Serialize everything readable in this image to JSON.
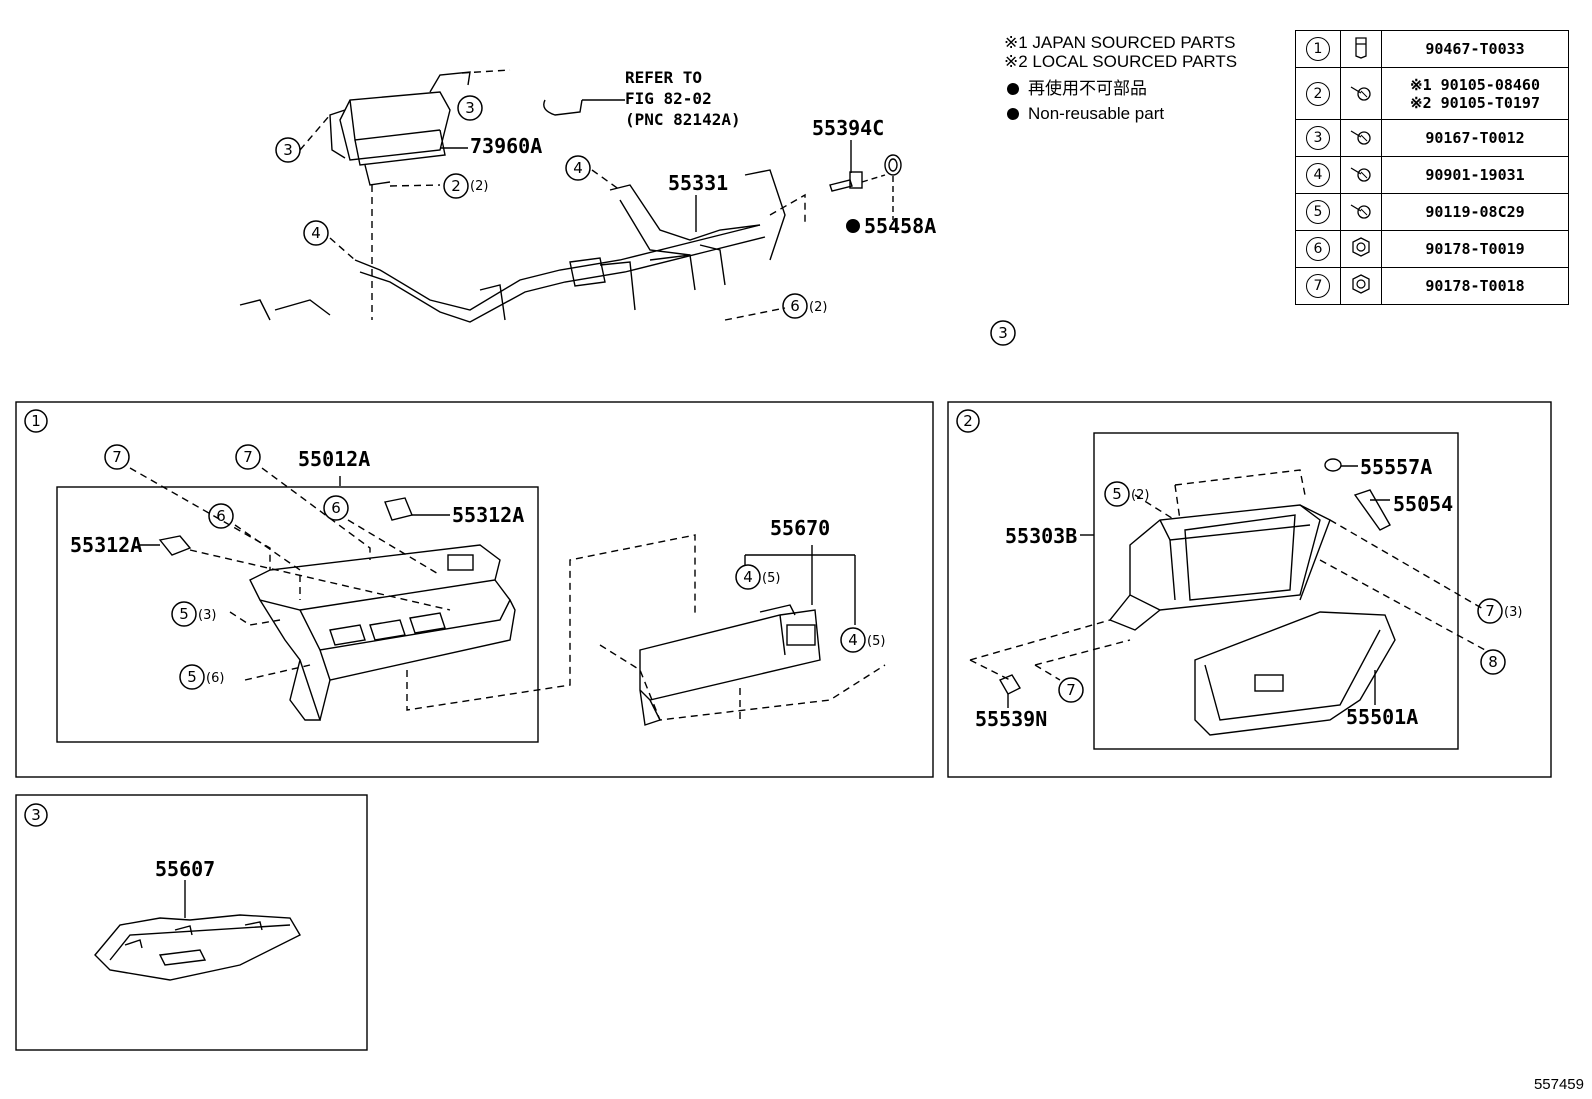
{
  "notes": {
    "japan": "※1 JAPAN SOURCED PARTS",
    "local": "※2 LOCAL SOURCED PARTS",
    "nonreusable_jp": "再使用不可部品",
    "nonreusable_en": "Non-reusable part"
  },
  "refer": {
    "line1": "REFER TO",
    "line2": "FIG 82-02",
    "line3": "(PNC 82142A)"
  },
  "fasteners": [
    {
      "no": "1",
      "part": "90467-T0033",
      "icon": "clip-icon"
    },
    {
      "no": "2",
      "part": "※1 90105-08460",
      "part2": "※2 90105-T0197",
      "icon": "bolt-icon"
    },
    {
      "no": "3",
      "part": "90167-T0012",
      "icon": "screw-icon"
    },
    {
      "no": "4",
      "part": "90901-19031",
      "icon": "screw-icon"
    },
    {
      "no": "5",
      "part": "90119-08C29",
      "icon": "bolt-icon"
    },
    {
      "no": "6",
      "part": "90178-T0019",
      "icon": "nut-icon"
    },
    {
      "no": "7",
      "part": "90178-T0018",
      "icon": "nut-icon"
    }
  ],
  "top": {
    "p73960A": "73960A",
    "p55331": "55331",
    "p55394C": "55394C",
    "p55458A": "55458A",
    "c2qty": "(2)",
    "c6qty": "(2)",
    "c3": "3",
    "c4": "4",
    "c2": "2",
    "c6": "6",
    "sub3": "3"
  },
  "panel1": {
    "num": "1",
    "p55012A": "55012A",
    "p55312A_r": "55312A",
    "p55312A_l": "55312A",
    "p55670": "55670",
    "c7": "7",
    "c6": "6",
    "c5": "5",
    "c4": "4",
    "q3": "(3)",
    "q6": "(6)",
    "q5": "(5)"
  },
  "panel2": {
    "num": "2",
    "p55557A": "55557A",
    "p55054": "55054",
    "p55303B": "55303B",
    "p55539N": "55539N",
    "p55501A": "55501A",
    "c5": "5",
    "c7": "7",
    "c8": "8",
    "q2": "(2)",
    "q3": "(3)"
  },
  "panel3": {
    "num": "3",
    "p55607": "55607"
  },
  "figure_id": "557459"
}
